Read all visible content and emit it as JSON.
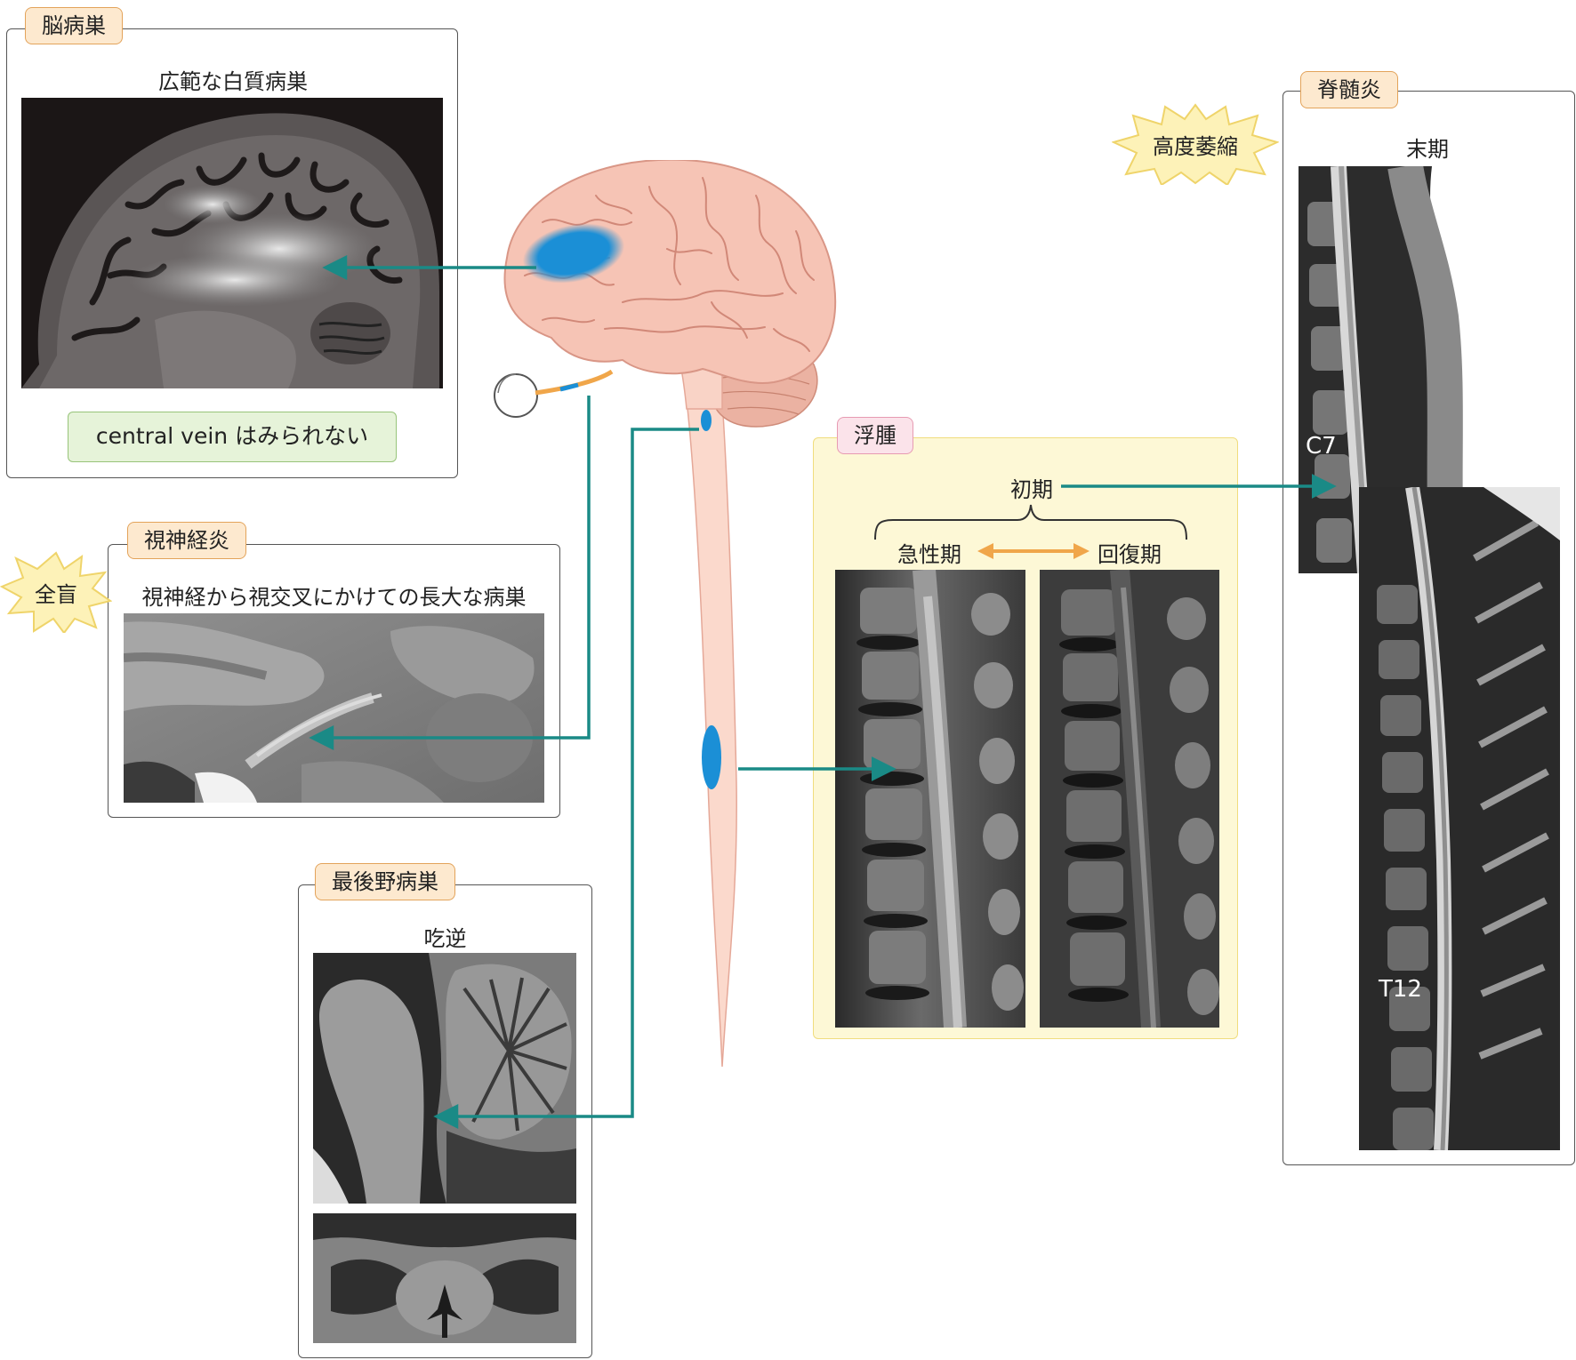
{
  "brain": {
    "tag": "脳病巣",
    "caption": "広範な白質病巣",
    "note": "central vein はみられない"
  },
  "optic": {
    "tag": "視神経炎",
    "caption": "視神経から視交叉にかけての長大な病巣",
    "star": "全盲"
  },
  "area_postrema": {
    "tag": "最後野病巣",
    "caption": "吃逆"
  },
  "edema": {
    "tag": "浮腫",
    "initial": "初期",
    "acute": "急性期",
    "recovery": "回復期"
  },
  "myelitis": {
    "tag": "脊髄炎",
    "caption": "末期",
    "star": "高度萎縮",
    "label_c7": "C7",
    "label_t12": "T12"
  },
  "colors": {
    "arrow": "#1a8a86",
    "lesion": "#1b8fd6",
    "brain": "#f6c4b5",
    "double_arrow": "#f0a64a"
  }
}
